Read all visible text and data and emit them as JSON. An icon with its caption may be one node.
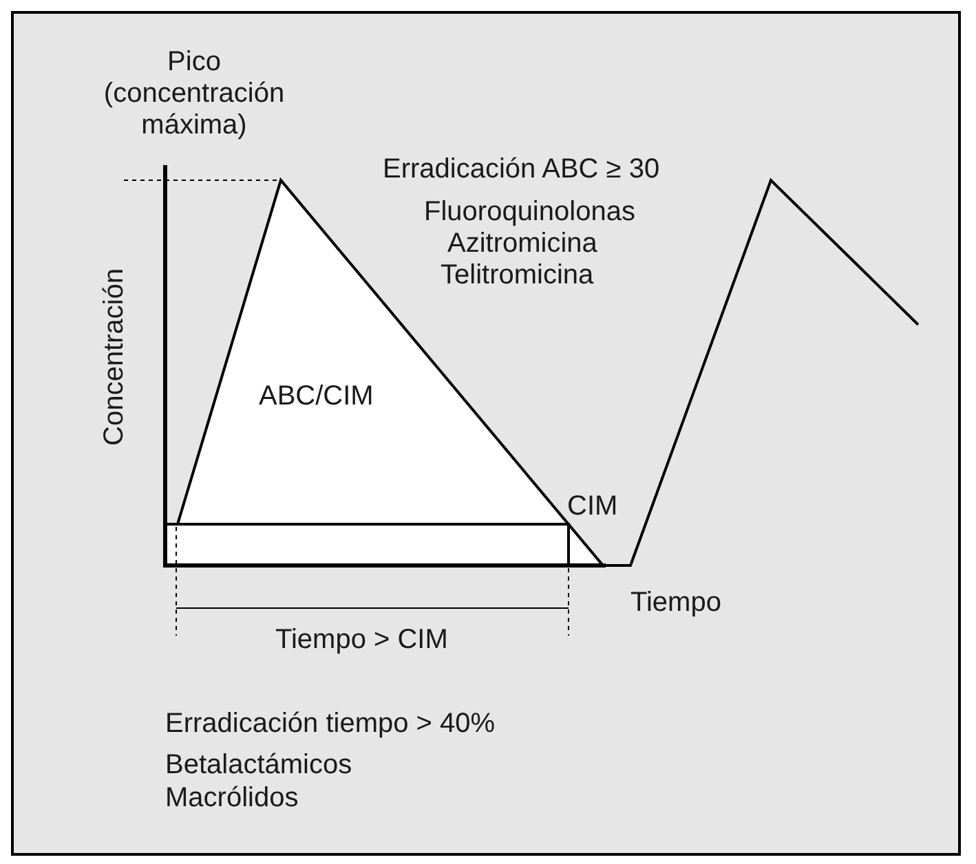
{
  "diagram": {
    "labels": [
      "Pico (concentración máxima)",
      "Erradicación ABC ≥ 30",
      "Fluoroquinolonas",
      "Azitromicina",
      "Telitromicina",
      "Concentración",
      "ABC/CIM",
      "CIM",
      "Tiempo",
      "Tiempo > CIM",
      "Erradicación tiempo > 40%",
      "Betalactámicos",
      "Macrólidos"
    ]
  }
}
